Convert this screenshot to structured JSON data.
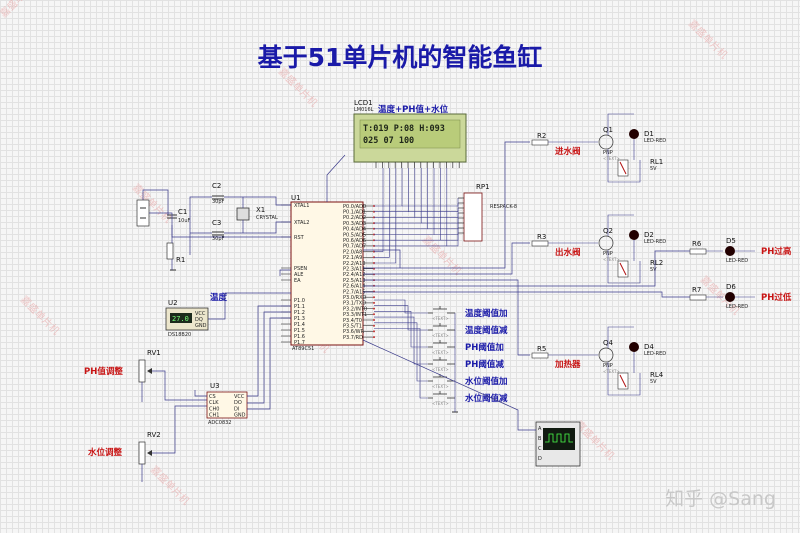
{
  "title": "基于51单片机的智能鱼缸",
  "watermark_brand": "知乎 @Sang",
  "watermark_diag": "嘉盛单片机",
  "text_tag": "<TEXT>",
  "lcd": {
    "ref": "LCD1",
    "part": "LM016L",
    "caption": "温度+PH值+水位",
    "line1": "T:019 P:08 H:093",
    "line2": "025    07   100"
  },
  "mcu": {
    "ref": "U1",
    "part": "AT89C51"
  },
  "adc": {
    "ref": "U3",
    "part": "ADC0832"
  },
  "sensor": {
    "ref": "U2",
    "part": "DS18B20",
    "caption": "温度",
    "display": "27.0"
  },
  "crystal": {
    "ref": "X1",
    "part": "CRYSTAL"
  },
  "resnet": {
    "ref": "RP1",
    "part": "RESPACK-8"
  },
  "caps": {
    "c1": "C1",
    "c2": "C2",
    "c3": "C3",
    "c1_val": "10uF",
    "c2_val": "30pF",
    "c3_val": "30pF"
  },
  "r1": "R1",
  "pots": {
    "rv1": "RV1",
    "rv1_label": "PH值调整",
    "rv2": "RV2",
    "rv2_label": "水位调整"
  },
  "buttons": [
    "温度阈值加",
    "温度阈值减",
    "PH阈值加",
    "PH阈值减",
    "水位阈值加",
    "水位阈值减"
  ],
  "channels": [
    {
      "r": "R2",
      "q": "Q1",
      "d": "D1",
      "rl": "RL1",
      "label": "进水阀"
    },
    {
      "r": "R3",
      "q": "Q2",
      "d": "D2",
      "rl": "RL2",
      "label": "出水阀"
    },
    {
      "r": "R5",
      "q": "Q4",
      "d": "D4",
      "rl": "RL4",
      "label": "加热器"
    }
  ],
  "q_part": "PNP",
  "led_part": "LED-RED",
  "relay_part": "5V",
  "alarms": [
    {
      "r": "R6",
      "d": "D5",
      "label": "PH过高"
    },
    {
      "r": "R7",
      "d": "D6",
      "label": "PH过低"
    }
  ],
  "mcu_pins_left": [
    "XTAL1",
    "XTAL2",
    "RST",
    "PSEN",
    "ALE",
    "EA",
    "P1.0",
    "P1.1",
    "P1.2",
    "P1.3",
    "P1.4",
    "P1.5",
    "P1.6",
    "P1.7"
  ],
  "mcu_pins_right": [
    "P0.0/AD0",
    "P0.1/AD1",
    "P0.2/AD2",
    "P0.3/AD3",
    "P0.4/AD4",
    "P0.5/AD5",
    "P0.6/AD6",
    "P0.7/AD7",
    "P2.0/A8",
    "P2.1/A9",
    "P2.2/A10",
    "P2.3/A11",
    "P2.4/A12",
    "P2.5/A13",
    "P2.6/A14",
    "P2.7/A15",
    "P3.0/RXD",
    "P3.1/TXD",
    "P3.2/INT0",
    "P3.3/INT1",
    "P3.4/T0",
    "P3.5/T1",
    "P3.6/WR",
    "P3.7/RD"
  ],
  "adc_pins_left": [
    "CS",
    "CLK",
    "CH0",
    "CH1"
  ],
  "adc_pins_right": [
    "VCC",
    "DO",
    "DI",
    "GND"
  ]
}
